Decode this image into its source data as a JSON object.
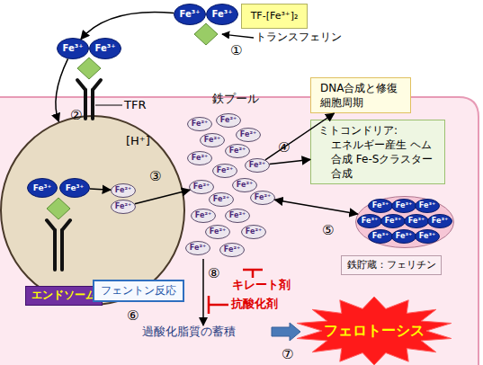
{
  "diagram": {
    "nodes": [
      {
        "text": [
          "TF-[Fe³⁺]₂"
        ]
      },
      {
        "text": [
          "Fe³⁺"
        ]
      },
      {
        "text": [
          "Fe³⁺"
        ]
      },
      {
        "text": [
          "Fe³⁺"
        ]
      },
      {
        "text": [
          "Fe³⁺"
        ]
      },
      {
        "text": [
          "DNA合成と修復 細胞周期"
        ]
      },
      {
        "text": [
          "ミトコンドリア:",
          "エネルギー産生 ヘム合成 Fe-Sクラスター合成"
        ]
      },
      {
        "text": [
          "[H⁺]",
          "エンドソーム"
        ]
      },
      {
        "text": [
          "Fe³⁺"
        ],
        "in": 7
      },
      {
        "text": [
          "Fe³⁺"
        ],
        "in": 7
      },
      {
        "text": [
          "Fe²⁺"
        ],
        "in": 7
      },
      {
        "text": [
          "Fe²⁺"
        ],
        "in": 7
      },
      {
        "text": [
          "Fe²⁺"
        ]
      },
      {
        "text": [
          "Fe²⁺"
        ]
      },
      {
        "text": [
          "Fe²⁺"
        ]
      },
      {
        "text": [
          "Fe²⁺"
        ]
      },
      {
        "text": [
          "Fe²⁺"
        ]
      },
      {
        "text": [
          "Fe²⁺"
        ]
      },
      {
        "text": [
          "Fe²⁺"
        ]
      },
      {
        "text": [
          "Fe²⁺"
        ]
      },
      {
        "text": [
          "Fe²⁺"
        ]
      },
      {
        "text": [
          "Fe²⁺"
        ]
      },
      {
        "text": [
          "Fe²⁺"
        ]
      },
      {
        "text": [
          "Fe²⁺"
        ]
      },
      {
        "text": [
          "Fe²⁺"
        ]
      },
      {
        "text": [
          "Fe²⁺"
        ]
      },
      {
        "text": [
          "Fe²⁺"
        ]
      },
      {
        "text": [
          "Fe²⁺"
        ]
      },
      {
        "text": [
          "Fe²⁺"
        ]
      },
      {
        "text": [
          "Fe²⁺"
        ]
      },
      {
        "text": [
          "鉄貯蔵：フェリチン"
        ]
      },
      {
        "text": [
          "Fe³⁺"
        ],
        "in": 30
      },
      {
        "text": [
          "Fe³⁺"
        ],
        "in": 30
      },
      {
        "text": [
          "Fe³⁺"
        ],
        "in": 30
      },
      {
        "text": [
          "Fe³⁺"
        ],
        "in": 30
      },
      {
        "text": [
          "Fe³⁺"
        ],
        "in": 30
      },
      {
        "text": [
          "Fe³⁺"
        ],
        "in": 30
      },
      {
        "text": [
          "Fe³⁺"
        ],
        "in": 30
      },
      {
        "text": [
          "Fe³⁺"
        ],
        "in": 30
      },
      {
        "text": [
          "Fe³⁺"
        ],
        "in": 30
      },
      {
        "text": [
          "Fe³⁺"
        ],
        "in": 30
      },
      {
        "text": [
          "フェントン反応"
        ]
      },
      {
        "text": [
          "フェロトーシス"
        ]
      }
    ],
    "edges": [
      {
        "from": 1,
        "to": 3,
        "arrow": "to"
      },
      {
        "from": 3,
        "to": 7,
        "arrow": "to"
      },
      {
        "from": 9,
        "to": 10,
        "arrow": "to"
      },
      {
        "from": 11,
        "to": 20,
        "arrow": "to"
      },
      {
        "from": 18,
        "to": 5,
        "arrow": "to"
      },
      {
        "from": 18,
        "to": 6,
        "arrow": "to"
      },
      {
        "from": 23,
        "to": 30,
        "arrow": "both"
      }
    ],
    "labels": [
      "①",
      "トランスフェリン",
      "②",
      "TFR",
      "鉄プール",
      "③",
      "④",
      "⑤",
      "⑧",
      "キレート剤",
      "抗酸化剤",
      "⑥",
      "過酸化脂質の蓄積",
      "⑦"
    ]
  }
}
